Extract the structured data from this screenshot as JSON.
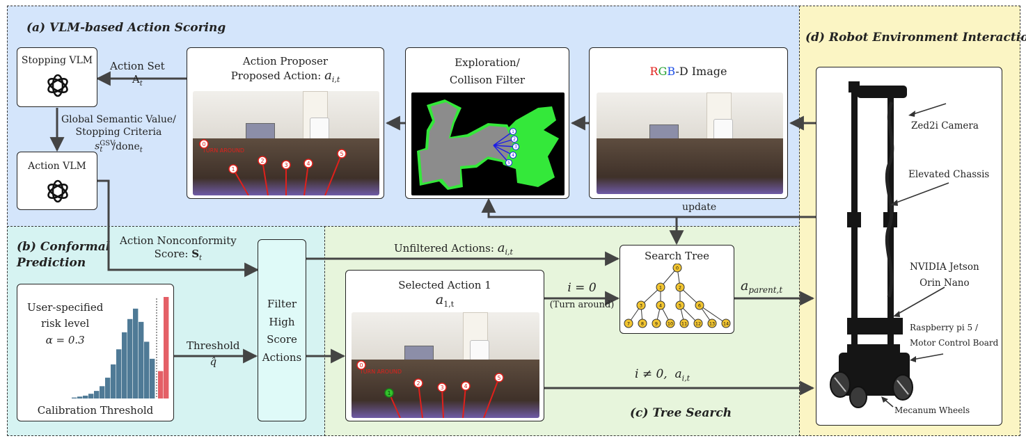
{
  "sections": {
    "a_title": "(a) VLM-based Action Scoring",
    "b_title_line1": "(b) Conformal",
    "b_title_line2": "Prediction",
    "c_title": "(c) Tree Search",
    "d_title": "(d) Robot Environment Interaction"
  },
  "colors": {
    "region_a_bg": "#d4e5fb",
    "region_b_bg": "#d6f3f2",
    "region_c_bg": "#e7f5dc",
    "region_d_bg": "#fbf5c4",
    "histogram_bar": "#4f7a96",
    "histogram_highlight": "#e45f66",
    "free_space": "#34e83a",
    "tree_node": "#f2c531",
    "ray_line": "#e0201b"
  },
  "stopping_vlm": {
    "label": "Stopping VLM",
    "icon": "openai-logo-icon"
  },
  "action_vlm": {
    "label": "Action VLM",
    "icon": "openai-logo-icon"
  },
  "action_set": {
    "line1": "Action Set",
    "symbol": "A",
    "sub": "t"
  },
  "gsv": {
    "line1": "Global Semantic Value/",
    "line2": "Stopping Criteria",
    "s": "s",
    "sup": "GSV",
    "sub": "t",
    "done": "/done",
    "done_sub": "t"
  },
  "action_proposer": {
    "line1": "Action Proposer",
    "line2_prefix": "Proposed Action: ",
    "var": "a",
    "sub": "i,t"
  },
  "exploration_filter": {
    "line1": "Exploration/",
    "line2": "Collison Filter"
  },
  "rgbd": {
    "r": "R",
    "g": "G",
    "b": "B",
    "rest": "-D Image"
  },
  "update_label": "update",
  "turn_around_label": "TURN AROUND",
  "proposer_rays": [
    "0",
    "1",
    "2",
    "3",
    "4",
    "5"
  ],
  "filter_rays": [
    "1",
    "2",
    "3",
    "4",
    "5"
  ],
  "nonconformity": {
    "line1": "Action Nonconformity",
    "line2": "Score: ",
    "bold": "S",
    "sub": "t"
  },
  "filter_box": {
    "lines": [
      "Filter",
      "High",
      "Score",
      "Actions"
    ]
  },
  "histogram": {
    "line1": "User-specified",
    "line2": "risk level",
    "alpha": "α = 0.3",
    "caption": "Calibration Threshold",
    "bars": [
      0.01,
      0.02,
      0.03,
      0.05,
      0.08,
      0.13,
      0.22,
      0.36,
      0.52,
      0.7,
      0.84,
      0.95,
      0.81,
      0.6,
      0.42
    ],
    "highlight_bars": [
      0.27,
      1.0
    ],
    "threshold_label": "Threshold",
    "qhat": "q̂"
  },
  "unfiltered": {
    "prefix": "Unfiltered Actions: ",
    "var": "a",
    "sub": "i,t"
  },
  "selected_action": {
    "line1": "Selected Action 1",
    "var": "a",
    "sub": "1,t"
  },
  "i_eq_0": "i = 0",
  "turn_around_paren": "(Turn around)",
  "search_tree": {
    "title": "Search Tree",
    "nodes": [
      "0",
      "1",
      "2",
      "3",
      "4",
      "5",
      "6",
      "7",
      "8",
      "9",
      "10",
      "11",
      "12",
      "13",
      "14"
    ]
  },
  "a_parent": {
    "var": "a",
    "sub": "parent,t"
  },
  "i_neq_0": {
    "text": "i ≠ 0,  ",
    "var": "a",
    "sub": "i,t"
  },
  "robot": {
    "zed": "Zed2i Camera",
    "chassis": "Elevated Chassis",
    "jetson_line1": "NVIDIA Jetson",
    "jetson_line2": "Orin Nano",
    "rpi_line1": "Raspberry pi 5 /",
    "rpi_line2": "Motor Control Board",
    "wheels": "Mecanum Wheels"
  }
}
